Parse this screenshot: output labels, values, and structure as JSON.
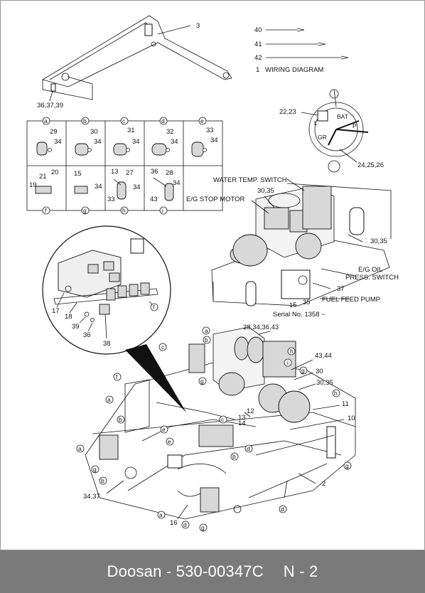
{
  "legend": [
    {
      "num": "40",
      "desc": ""
    },
    {
      "num": "41",
      "desc": ""
    },
    {
      "num": "42",
      "desc": ""
    },
    {
      "num": "1",
      "desc": "WIRING DIAGRAM"
    }
  ],
  "boom_labels": {
    "top": "3",
    "bottom": "36,37,39"
  },
  "grid": {
    "letters": [
      "a",
      "b",
      "c",
      "d",
      "e",
      "f",
      "g",
      "h",
      "i"
    ],
    "cells": [
      {
        "letter": "a",
        "nums": [
          "29",
          "34"
        ]
      },
      {
        "letter": "b",
        "nums": [
          "30",
          "34"
        ]
      },
      {
        "letter": "c",
        "nums": [
          "31",
          "34"
        ]
      },
      {
        "letter": "d",
        "nums": [
          "32",
          "34"
        ]
      },
      {
        "letter": "e",
        "nums": [
          "33",
          "34"
        ]
      },
      {
        "letter": "f",
        "nums": [
          "21",
          "20",
          "19"
        ]
      },
      {
        "letter": "g",
        "nums": [
          "15",
          "34"
        ]
      },
      {
        "letter": "h",
        "nums": [
          "13",
          "27",
          "33",
          "34"
        ]
      },
      {
        "letter": "i",
        "nums": [
          "36",
          "28",
          "43",
          "34"
        ]
      }
    ]
  },
  "alternator": {
    "left": "22,23",
    "right": "24,25,26",
    "terminals": [
      "BAT",
      "L",
      "P",
      "GR"
    ]
  },
  "engine_callouts": {
    "water_temp": "WATER TEMP. SWITCH",
    "stop_motor": "E/G STOP MOTOR",
    "n3035a": "30,35",
    "n3035b": "30,35",
    "eg_oil_1": "E/G OIL",
    "eg_oil_2": "PRESS. SWITCH",
    "fuel_feed": "FUEL FEED PUMP",
    "n37": "37",
    "n15": "15",
    "n35": "35",
    "serial": "Serial No. 1358 ~"
  },
  "detail_circle": {
    "labels": [
      "17",
      "18",
      "39",
      "36",
      "38",
      "f"
    ]
  },
  "machine_callouts": {
    "top": "28,34,36,43",
    "n4344": "43,44",
    "n30": "30",
    "n3035": "30,35",
    "n11": "11",
    "n10": "10",
    "n12": "12",
    "n13": "13",
    "n14": "14",
    "n2": "2",
    "n3437": "34,37",
    "n16": "16"
  },
  "footer": {
    "brand": "Doosan",
    "sep1": " - ",
    "part": "530-00347C",
    "page": "N - 2"
  }
}
